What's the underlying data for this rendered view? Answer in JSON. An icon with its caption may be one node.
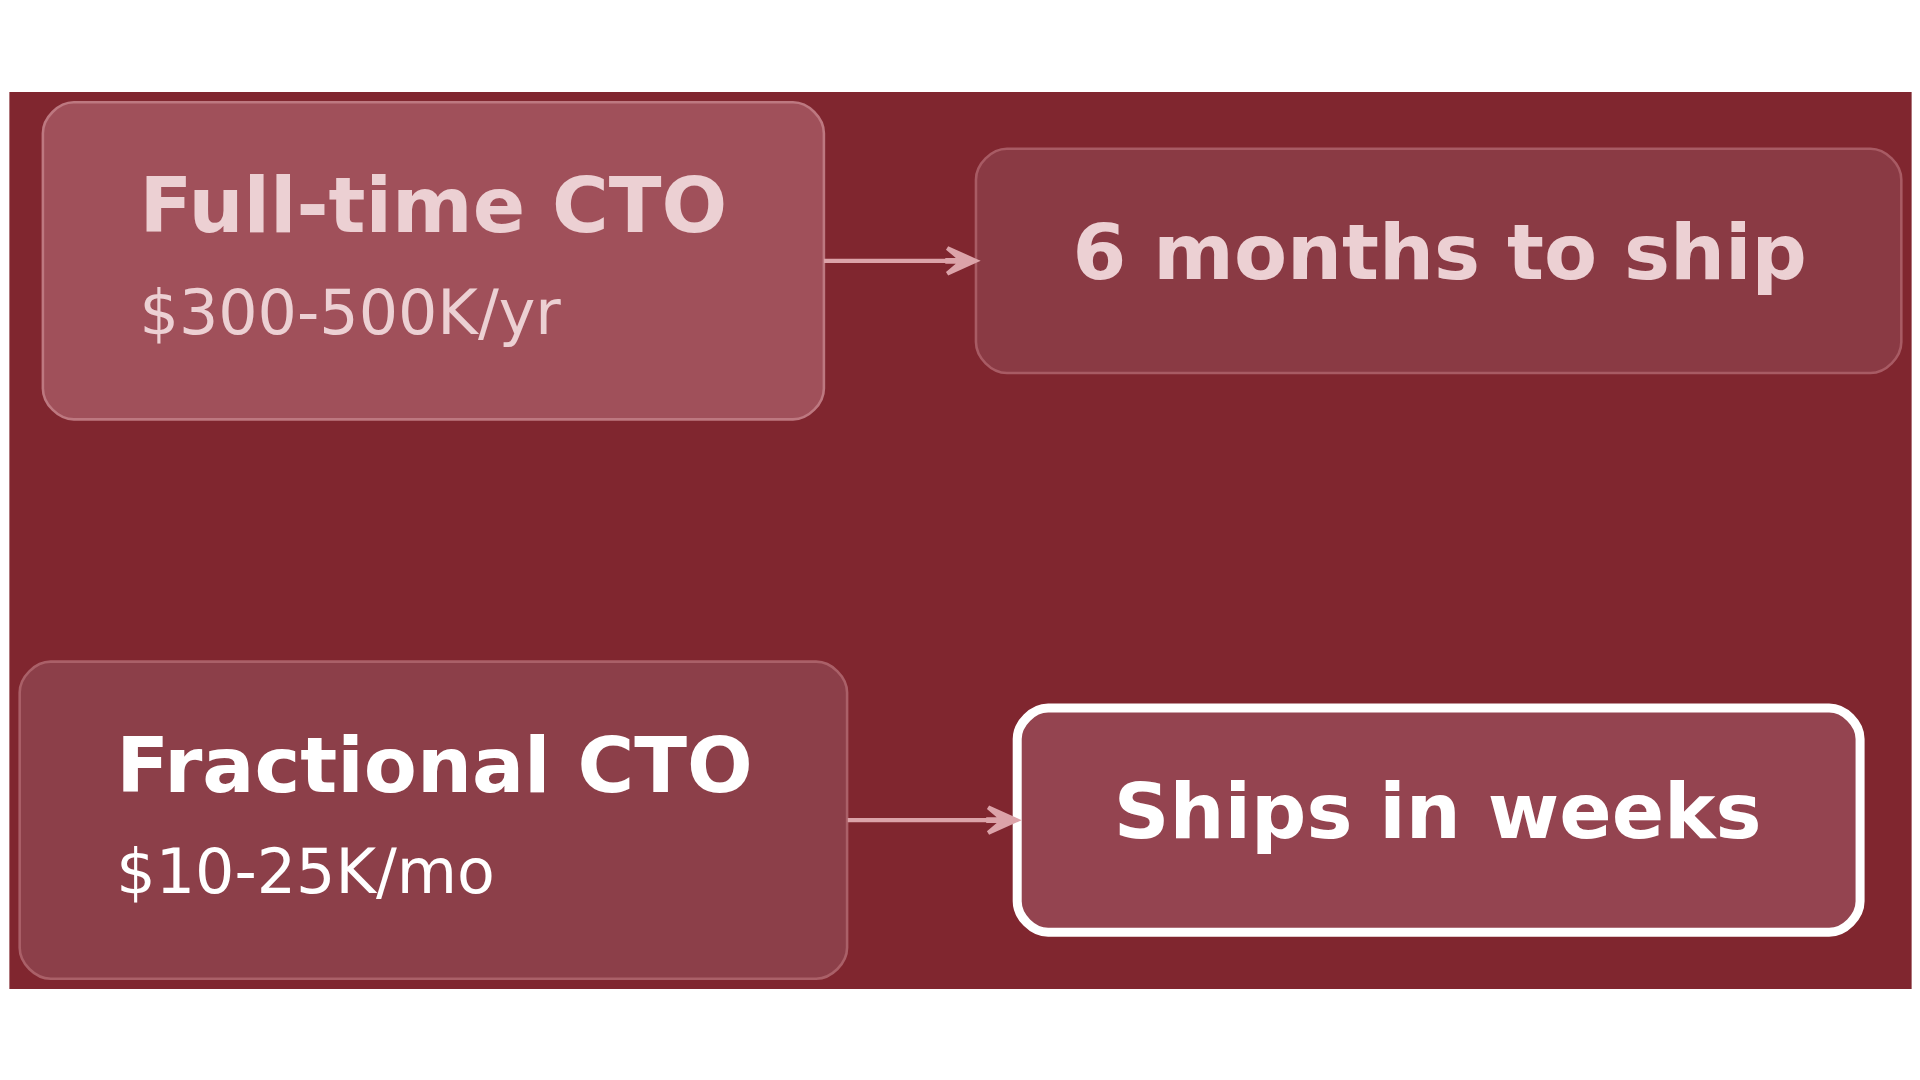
{
  "diagram": {
    "nodes": [
      {
        "text": [
          "Full-time CTO",
          "$300-500K/yr"
        ]
      },
      {
        "text": [
          "6 months to ship"
        ]
      },
      {
        "text": [
          "Fractional CTO",
          "$10-25K/mo"
        ]
      },
      {
        "text": [
          "Ships in weeks"
        ]
      }
    ],
    "edges": [
      {
        "from": 0,
        "to": 1,
        "arrow": "to"
      },
      {
        "from": 2,
        "to": 3,
        "arrow": "to"
      }
    ]
  }
}
